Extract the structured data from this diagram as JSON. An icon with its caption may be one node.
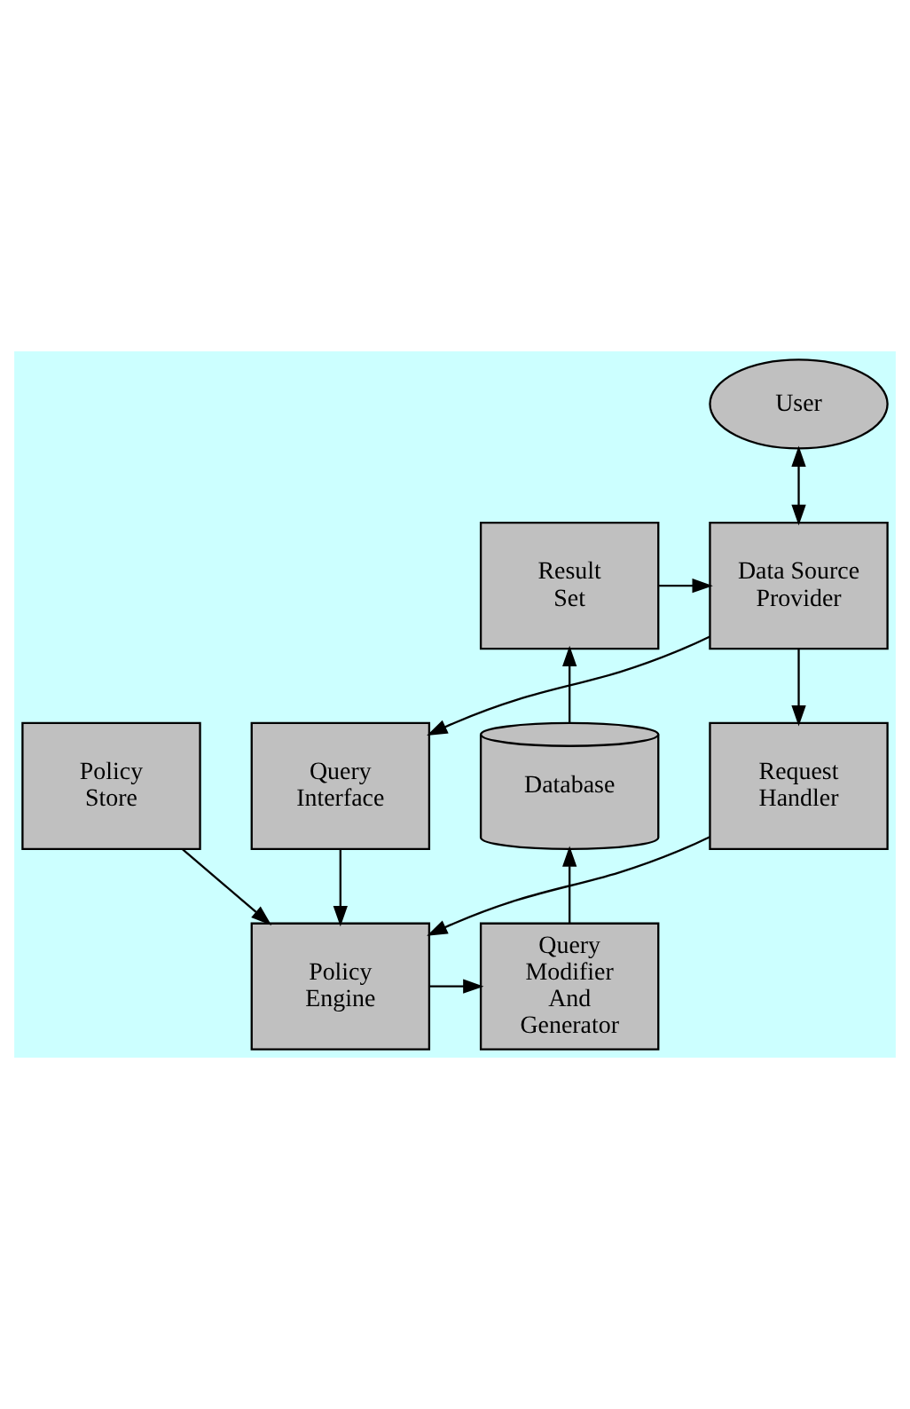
{
  "diagram": {
    "nodes": [
      {
        "text": [
          "User"
        ]
      },
      {
        "text": [
          "Data Source Provider"
        ]
      },
      {
        "text": [
          "Result Set"
        ]
      },
      {
        "text": [
          "Query Interface"
        ]
      },
      {
        "text": [
          "Request Handler"
        ]
      },
      {
        "text": [
          "Database"
        ]
      },
      {
        "text": [
          "Policy Engine"
        ]
      },
      {
        "text": [
          "Query Modifier And Generator"
        ]
      },
      {
        "text": [
          "Policy Store"
        ]
      }
    ],
    "edges": [
      {
        "from": 0,
        "to": 1,
        "arrow": "both"
      },
      {
        "from": 2,
        "to": 1,
        "arrow": "to"
      },
      {
        "from": 1,
        "to": 3,
        "arrow": "to"
      },
      {
        "from": 1,
        "to": 4,
        "arrow": "to"
      },
      {
        "from": 3,
        "to": 6,
        "arrow": "to"
      },
      {
        "from": 4,
        "to": 6,
        "arrow": "to"
      },
      {
        "from": 6,
        "to": 7,
        "arrow": "to"
      },
      {
        "from": 7,
        "to": 5,
        "arrow": "to"
      },
      {
        "from": 5,
        "to": 2,
        "arrow": "to"
      },
      {
        "from": 8,
        "to": 6,
        "arrow": "to"
      }
    ]
  }
}
